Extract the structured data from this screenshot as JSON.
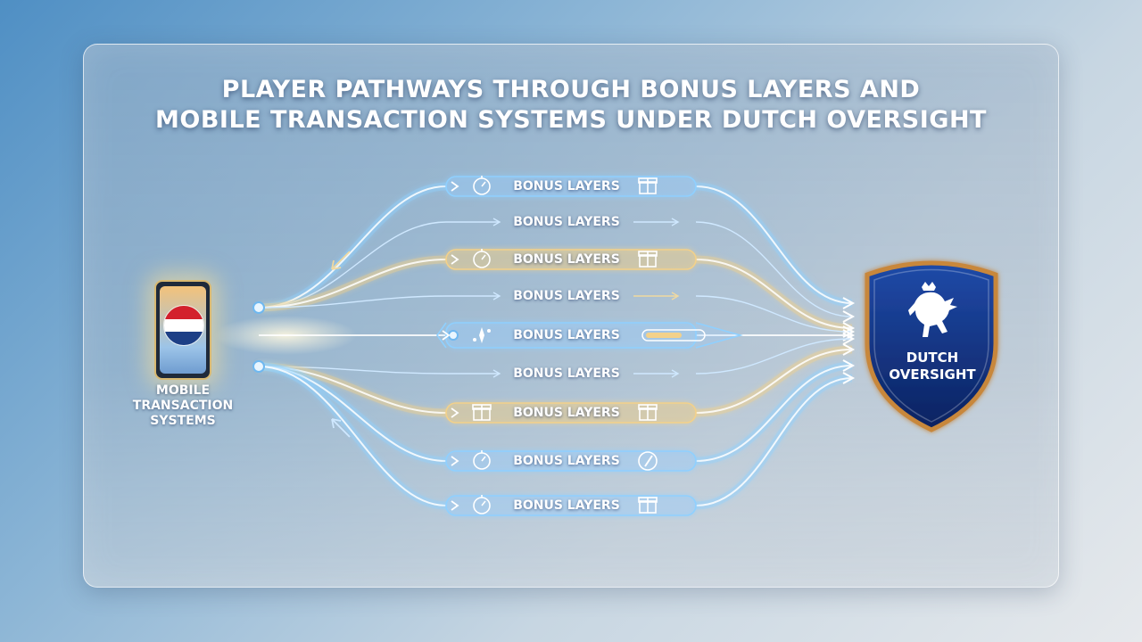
{
  "title": {
    "line1": "PLAYER PATHWAYS THROUGH BONUS LAYERS AND",
    "line2": "MOBILE TRANSACTION SYSTEMS UNDER DUTCH OVERSIGHT"
  },
  "source": {
    "label_lines": [
      "MOBILE",
      "TRANSACTION",
      "SYSTEMS"
    ]
  },
  "target": {
    "label_lines": [
      "DUTCH",
      "OVERSIGHT"
    ]
  },
  "layers": [
    {
      "label": "BONUS LAYERS",
      "style": "blue",
      "left_icon": "compass-icon",
      "right_icon": "gift-icon"
    },
    {
      "label": "BONUS LAYERS",
      "style": "thin",
      "left_icon": "",
      "right_icon": ""
    },
    {
      "label": "BONUS LAYERS",
      "style": "gold",
      "left_icon": "clock-icon",
      "right_icon": "gift-icon"
    },
    {
      "label": "BONUS LAYERS",
      "style": "thin",
      "left_icon": "",
      "right_icon": ""
    },
    {
      "label": "BONUS LAYERS",
      "style": "main",
      "left_icon": "sparkle-icon",
      "right_icon": "progress-bar-icon"
    },
    {
      "label": "BONUS LAYERS",
      "style": "thin",
      "left_icon": "",
      "right_icon": ""
    },
    {
      "label": "BONUS LAYERS",
      "style": "gold",
      "left_icon": "gift-icon",
      "right_icon": "gift-tag-icon"
    },
    {
      "label": "BONUS LAYERS",
      "style": "blue",
      "left_icon": "speedometer-icon",
      "right_icon": "pen-icon"
    },
    {
      "label": "BONUS LAYERS",
      "style": "blue",
      "left_icon": "compass-icon",
      "right_icon": "wallet-icon"
    }
  ],
  "colors": {
    "blue_path": "#8fd0ff",
    "gold_path": "#f3d18a",
    "shield_fill": "#0f2b7a",
    "shield_border": "#c8873a",
    "flag_red": "#d3202c",
    "flag_blue": "#1d3f86"
  }
}
